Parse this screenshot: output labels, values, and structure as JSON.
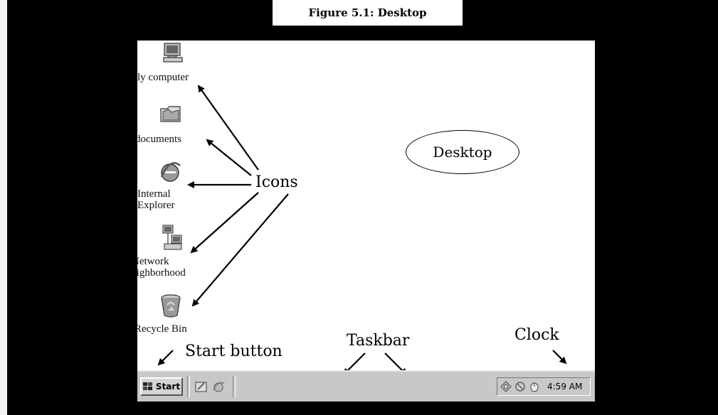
{
  "figure_title": "Figure 5.1: Desktop",
  "desktop_icons": [
    {
      "label_lines": [
        "ly computer"
      ],
      "icon": "computer-icon"
    },
    {
      "label_lines": [
        "documents"
      ],
      "icon": "folder-icon"
    },
    {
      "label_lines": [
        "Internal",
        "Explorer"
      ],
      "icon": "internet-explorer-icon"
    },
    {
      "label_lines": [
        "Network",
        "eighborhood"
      ],
      "icon": "network-icon"
    },
    {
      "label_lines": [
        "Recycle Bin"
      ],
      "icon": "recycle-bin-icon"
    }
  ],
  "annotations": {
    "icons": "Icons",
    "desktop": "Desktop",
    "start_button": "Start button",
    "taskbar": "Taskbar",
    "clock": "Clock"
  },
  "taskbar": {
    "start_label": "Start",
    "clock_time": "4:59 AM"
  },
  "colors": {
    "background": "#000000",
    "screen": "#ffffff",
    "taskbar": "#c8c8c8"
  }
}
